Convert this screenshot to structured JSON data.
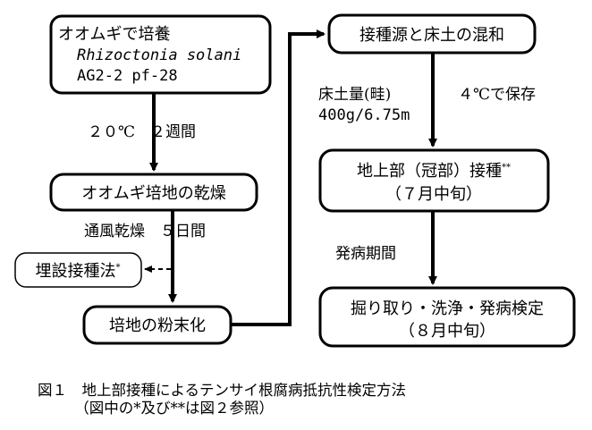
{
  "nodes": {
    "culture": {
      "title": "オオムギで培養",
      "organism": "Rhizoctonia solani",
      "strain": "AG2-2 pf-28"
    },
    "dry_medium": {
      "label": "オオムギ培地の乾燥"
    },
    "powder": {
      "label": "培地の粉末化"
    },
    "burial": {
      "label": "埋設接種法",
      "mark": "*"
    },
    "mixing": {
      "label": "接種源と床土の混和"
    },
    "inoculation": {
      "line1": "地上部（冠部）接種",
      "mark": "**",
      "line2": "（７月中旬）"
    },
    "dig": {
      "line1": "掘り取り・洗浄・発病検定",
      "line2": "（８月中旬）"
    }
  },
  "edge_labels": {
    "culture_condition": "２０℃　２週間",
    "airdry": "通風乾燥　５日間",
    "soil_amount_line1": "床土量(畦)",
    "soil_amount_line2": "400g/6.75m",
    "storage": "４℃で保存",
    "disease_period": "発病期間"
  },
  "caption": {
    "line1": "図１　地上部接種によるテンサイ根腐病抵抗性検定方法",
    "line2": "　　　（図中の*及び**は図２参照）"
  }
}
